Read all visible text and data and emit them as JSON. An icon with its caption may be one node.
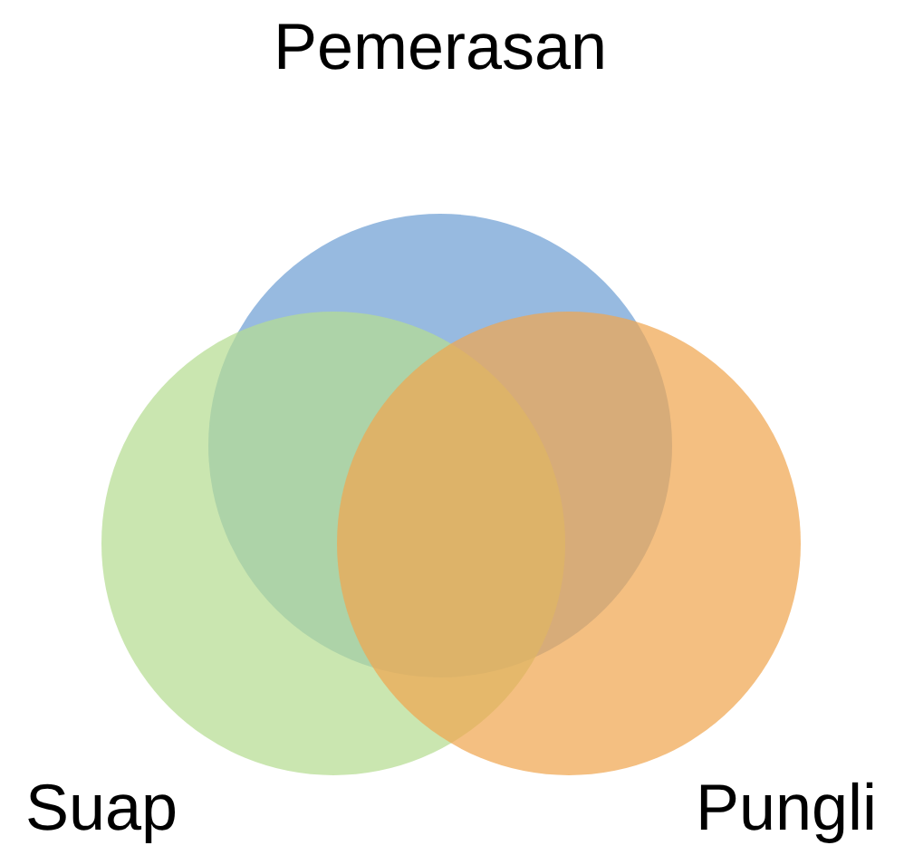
{
  "diagram": {
    "nodes": [
      {
        "text": [
          "Pemerasan"
        ]
      },
      {
        "text": [
          "Suap"
        ]
      },
      {
        "text": [
          "Pungli"
        ]
      }
    ]
  }
}
